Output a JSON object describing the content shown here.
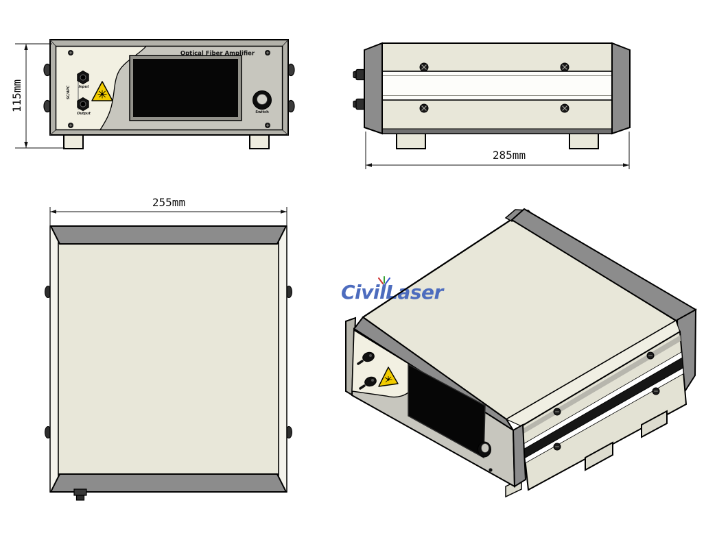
{
  "page": {
    "background": "#ffffff"
  },
  "brand": {
    "logo_text": "CivilLaser",
    "logo_color": "#4d6cbe",
    "logo_ray_colors": [
      "#cc3333",
      "#33a033",
      "#3355cc"
    ]
  },
  "front_panel": {
    "title": "Optical Fiber Amplifier",
    "connector_type_label": "SC/APC",
    "input_label": "Input",
    "output_label": "Output",
    "knob_label": "Switch"
  },
  "dimensions": {
    "height_label": "115mm",
    "depth_label": "285mm",
    "width_label": "255mm"
  },
  "colors": {
    "panel_cream": "#f2f0e2",
    "body_beige": "#e8e7d9",
    "panel_gray": "#c7c6be",
    "trim_dark_gray": "#8c8c8c",
    "frame_gray": "#b3b2aa",
    "screen_black": "#060606",
    "warning_yellow": "#f2cc00",
    "outline_black": "#000000",
    "white_band": "#fdfdfa"
  }
}
